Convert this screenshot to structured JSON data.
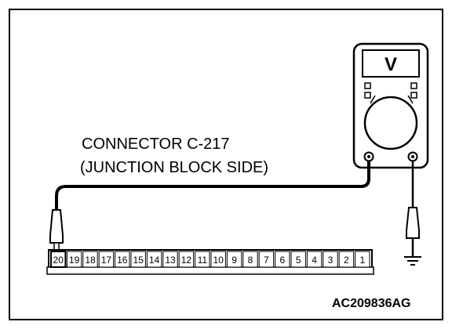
{
  "caption": {
    "line1": "CONNECTOR C-217",
    "line2": "(JUNCTION BLOCK SIDE)"
  },
  "meter": {
    "mode_label": "V"
  },
  "connector": {
    "pins": [
      "20",
      "19",
      "18",
      "17",
      "16",
      "15",
      "14",
      "13",
      "12",
      "11",
      "10",
      "9",
      "8",
      "7",
      "6",
      "5",
      "4",
      "3",
      "2",
      "1"
    ],
    "probed_pin": "20"
  },
  "ground_symbol": "ground-icon",
  "figure_code": "AC209836AG"
}
